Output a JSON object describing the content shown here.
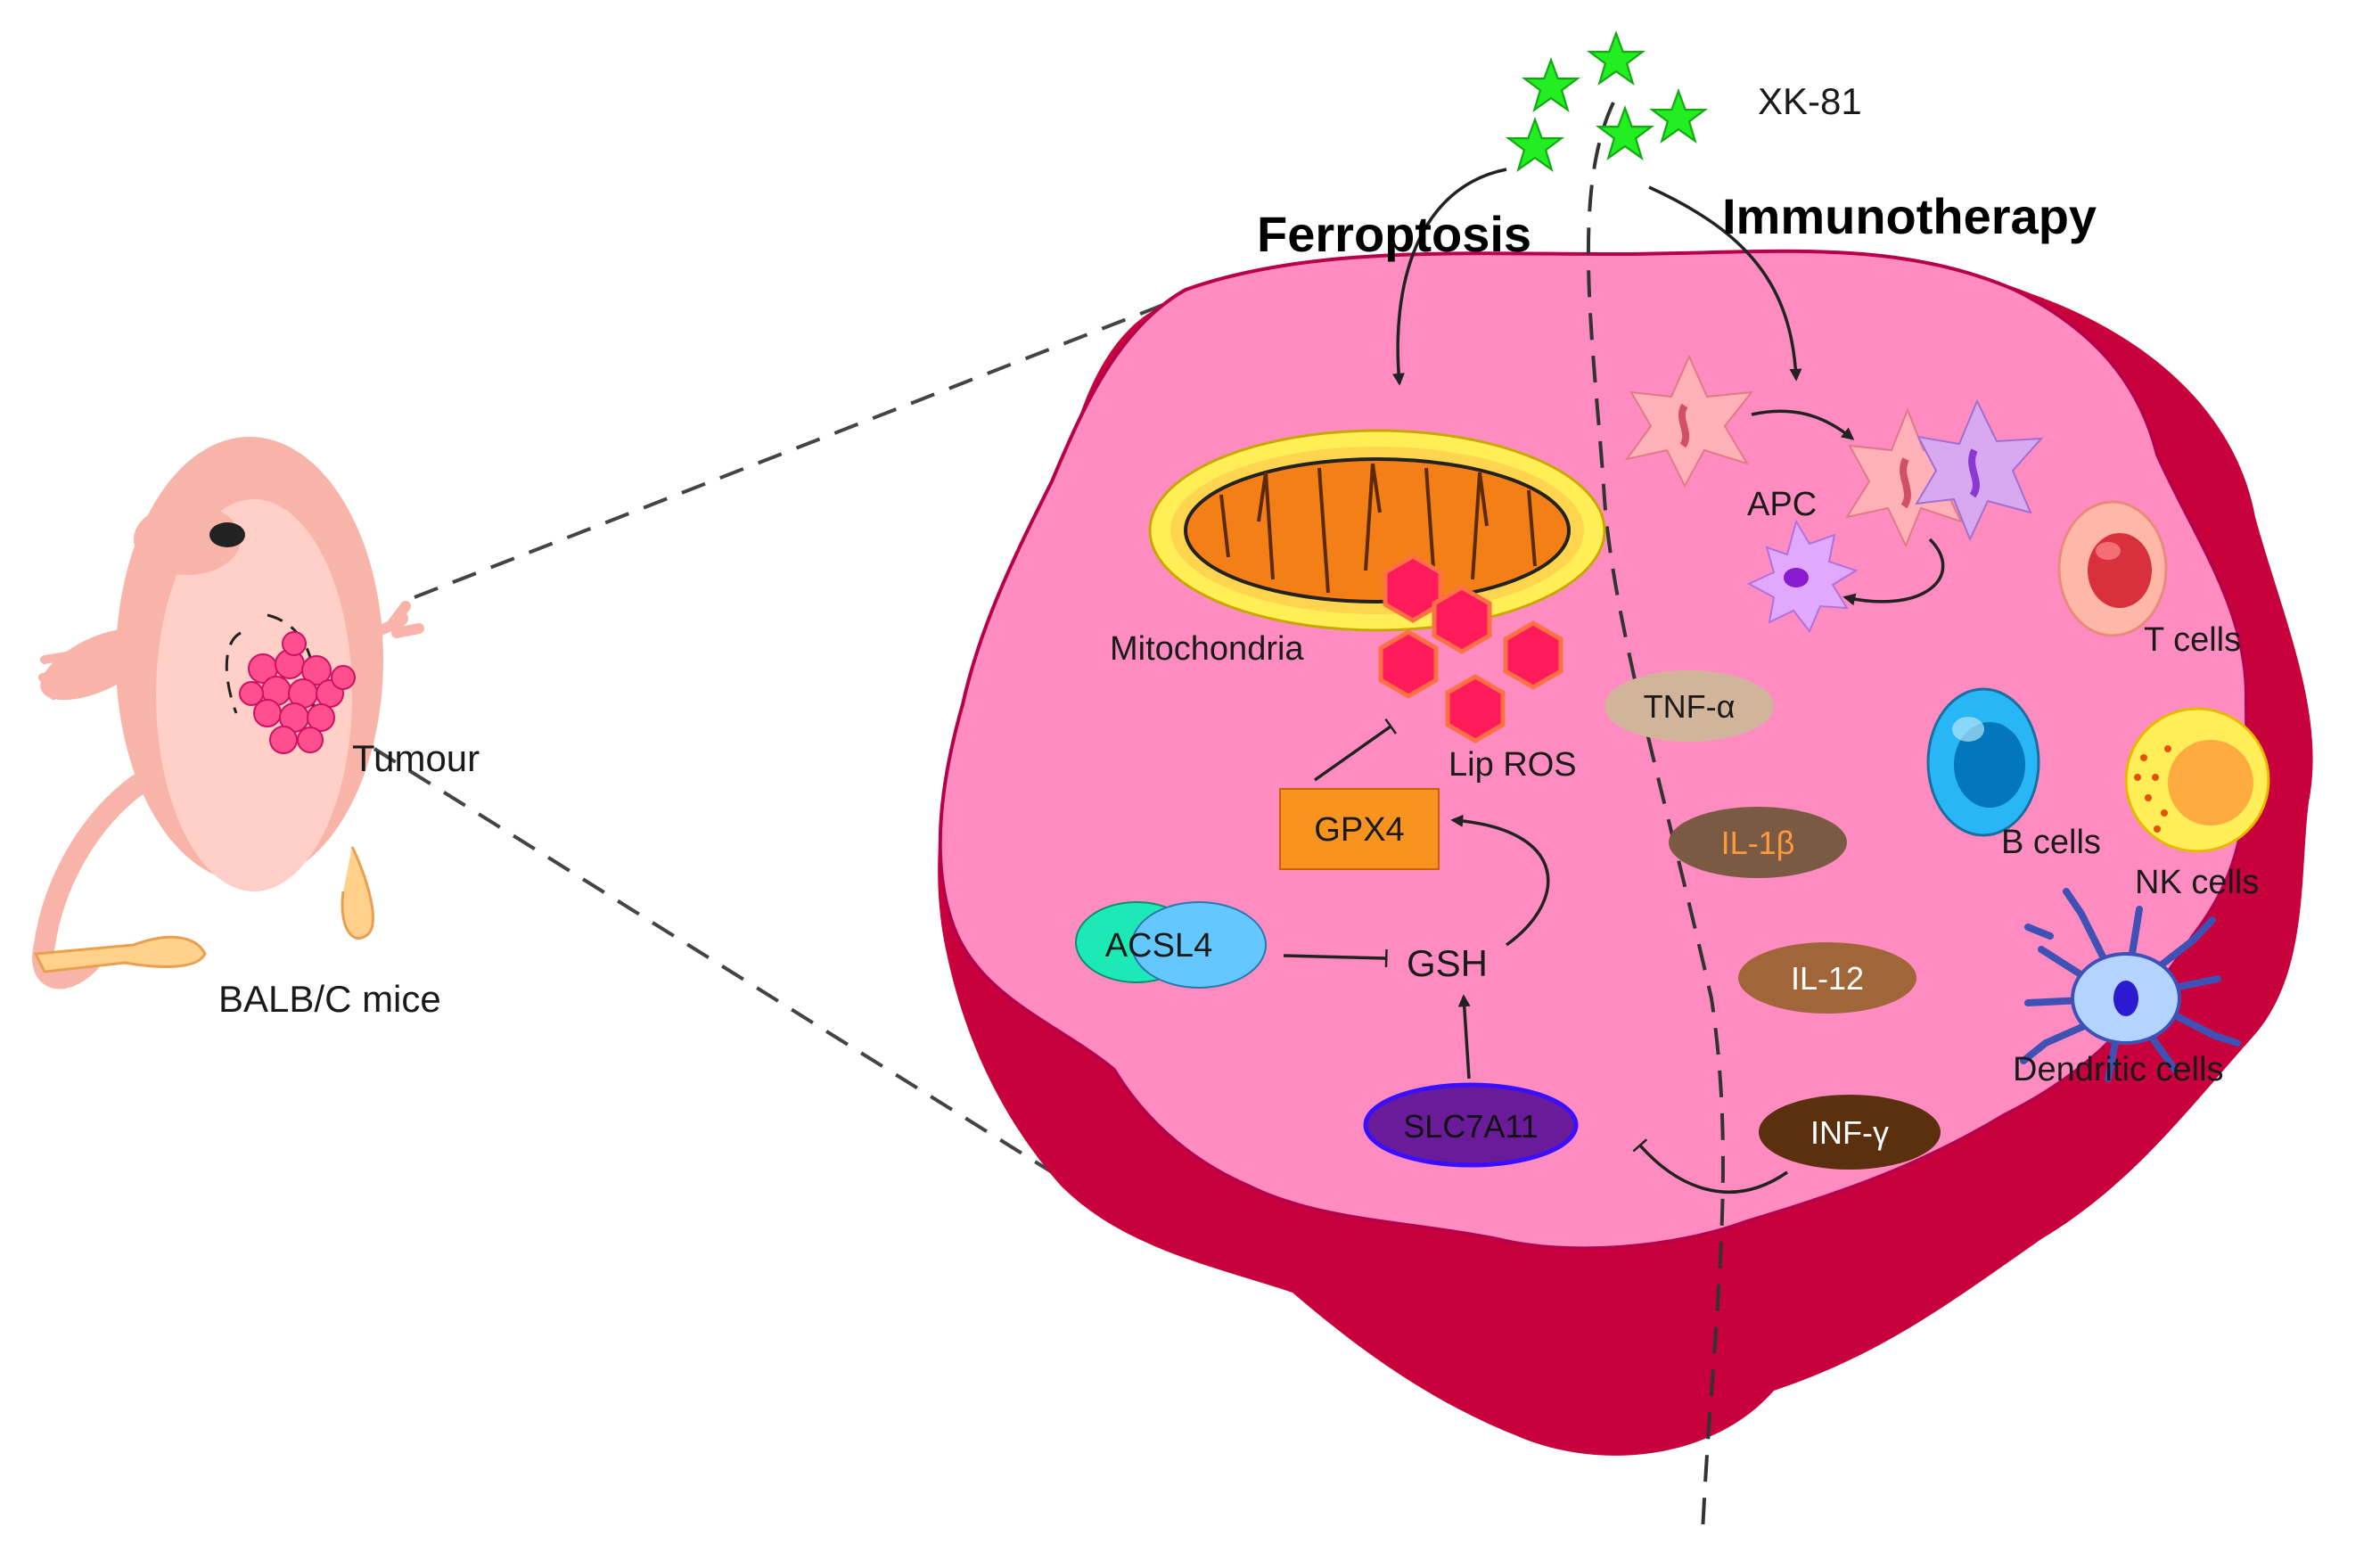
{
  "labels": {
    "drug": "XK-81",
    "ferroptosis": "Ferroptosis",
    "immunotherapy": "Immunotherapy",
    "mitochondria": "Mitochondria",
    "lip_ros": "Lip ROS",
    "gpx4": "GPX4",
    "acsl4": "ACSL4",
    "gsh": "GSH",
    "slc7a11": "SLC7A11",
    "tumour": "Tumour",
    "mice": "BALB/C mice",
    "apc": "APC",
    "t_cells": "T cells",
    "b_cells": "B cells",
    "nk_cells": "NK  cells",
    "dendritic_cells": "Dendritic cells"
  },
  "cytokines": {
    "tnf": "TNF-α",
    "il1b": "IL-1β",
    "il12": "IL-12",
    "infg": "INF-γ"
  },
  "colors": {
    "tumour_outer": "#c8003c",
    "tumour_inner": "#ff8cc0",
    "mitochondria": "#f57f17",
    "mitochondria_rim": "#ffee55",
    "ros": "#ff1a5a",
    "star": "#22ee22",
    "gpx4": "#f7931e",
    "acsl4_a": "#1de9b6",
    "acsl4_b": "#64c8ff",
    "slc7a11": "#6a1b9a",
    "tnf": "#d2b49a",
    "il1b": "#7b5a44",
    "il12": "#a0663a",
    "infg": "#5a300f",
    "mouse": "#f8b4a8"
  },
  "icons": {
    "drug": "star-icon",
    "ros": "hexagon-icon",
    "organelle": "mitochondria-icon",
    "mouse": "mouse-icon",
    "cells": "cell-icon"
  }
}
